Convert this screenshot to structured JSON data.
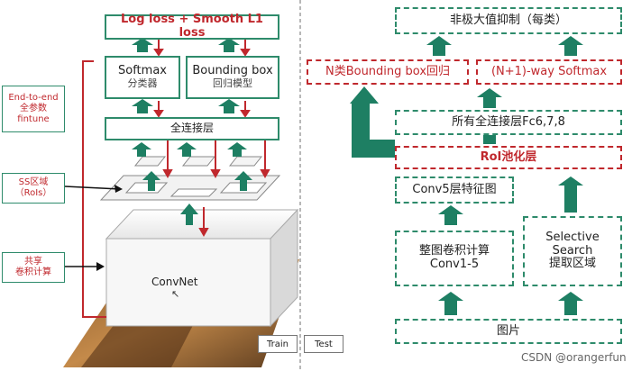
{
  "left": {
    "loss_box": "Log loss  +  Smooth L1 loss",
    "softmax_title": "Softmax",
    "softmax_sub": "分类器",
    "bbox_title": "Bounding box",
    "bbox_sub": "回归模型",
    "fc_layer": "全连接层",
    "convnet": "ConvNet",
    "side_labels": {
      "end_to_end": [
        "End-to-end",
        "全参数",
        "fintune"
      ],
      "ss_region": [
        "SS区域",
        "（RoIs）"
      ],
      "shared_conv": [
        "共享",
        "卷积计算"
      ]
    },
    "train_tag": "Train"
  },
  "right": {
    "nms": "非极大值抑制（每类）",
    "bbox_reg": "N类Bounding box回归",
    "softmax": "(N+1)-way Softmax",
    "fc_all": "所有全连接层Fc6,7,8",
    "roi_pool": "RoI池化层",
    "conv5": "Conv5层特征图",
    "conv_calc_line1": "整图卷积计算",
    "conv_calc_line2": "Conv1-5",
    "selective_line1": "Selective",
    "selective_line2": "Search",
    "selective_line3": "提取区域",
    "image": "图片",
    "test_tag": "Test"
  },
  "watermark": "CSDN @orangerfun",
  "colors": {
    "green": "#2e8b6b",
    "red": "#c0282d",
    "arrow_green": "#1e7f63"
  }
}
